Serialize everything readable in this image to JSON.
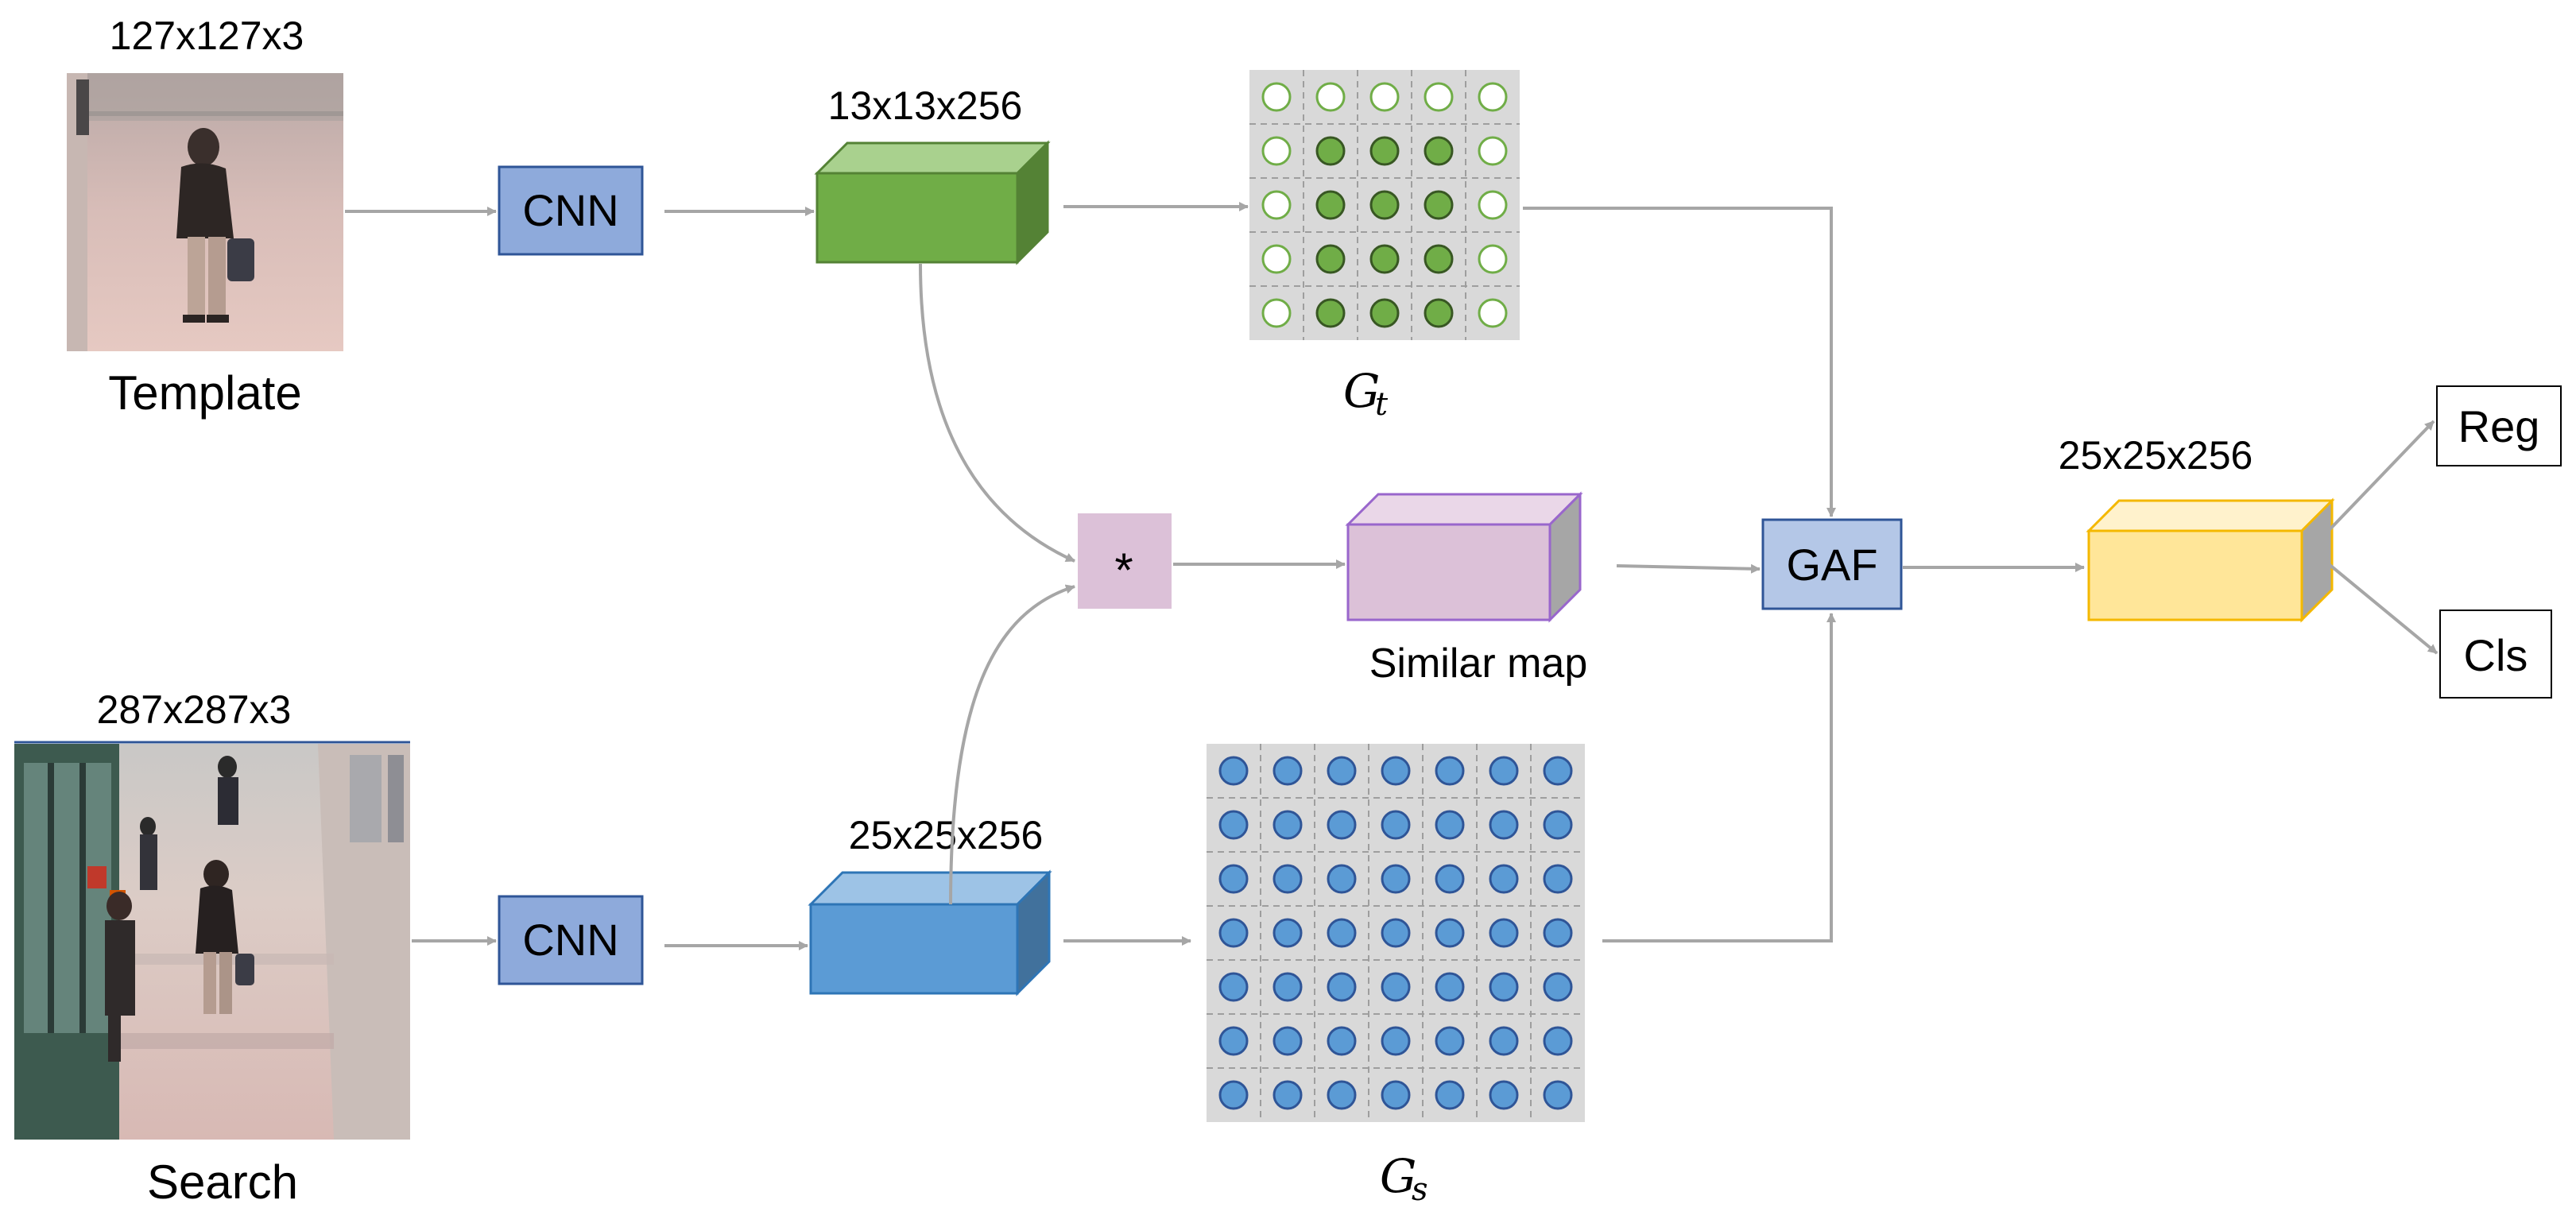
{
  "template": {
    "dims": "127x127x3",
    "caption": "Template"
  },
  "search": {
    "dims": "287x287x3",
    "caption": "Search"
  },
  "cnn_top": {
    "label": "CNN"
  },
  "cnn_bottom": {
    "label": "CNN"
  },
  "feature_top": {
    "dims": "13x13x256",
    "color": "#70ad47"
  },
  "feature_bottom": {
    "dims": "25x25x256",
    "color": "#5b9bd5"
  },
  "graph_t": {
    "symbol": "G",
    "subscript": "t",
    "rows": 5,
    "cols": 5,
    "filled_color": "#70ad47"
  },
  "graph_s": {
    "symbol": "G",
    "subscript": "s",
    "rows": 7,
    "cols": 7,
    "filled_color": "#5b9bd5"
  },
  "correlation": {
    "symbol": "*"
  },
  "similar_map": {
    "caption": "Similar map",
    "color": "#dcc1d8"
  },
  "gaf": {
    "label": "GAF"
  },
  "output": {
    "dims": "25x25x256",
    "color": "#ffe699"
  },
  "heads": {
    "reg": "Reg",
    "cls": "Cls"
  },
  "colors": {
    "arrow": "#a6a6a6",
    "cnn_fill": "#8eaadb",
    "cnn_stroke": "#2f5597",
    "grid_bg": "#d9d9d9"
  }
}
